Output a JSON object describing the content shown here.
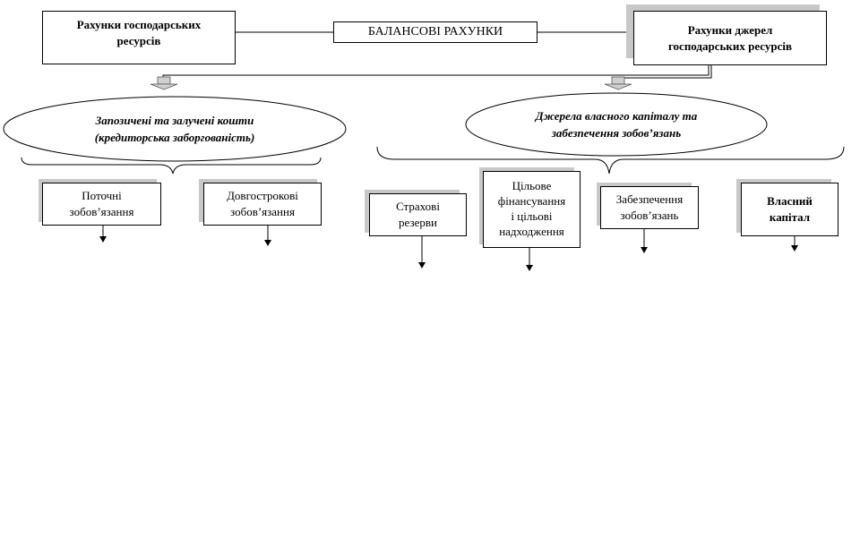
{
  "title": "БАЛАНСОВІ РАХУНКИ",
  "left_top": "Рахунки господарських\nресурсів",
  "right_top": "Рахунки джерел\nгосподарських  ресурсів",
  "left_group": "Запозичені та залучені кошти\n(кредиторська заборгованість)",
  "right_group": "Джерела власного капіталу та\nзабезпечення зобов’язань",
  "left_items": [
    "Поточні\nзобов’язання",
    "Довгострокові\nзобов’язання"
  ],
  "right_items": [
    "Страхові\nрезерви",
    "Цільове\nфінансування\nі цільові\nнадходження",
    "Забезпечення\nзобов’язань",
    "Власний\nкапітал"
  ]
}
